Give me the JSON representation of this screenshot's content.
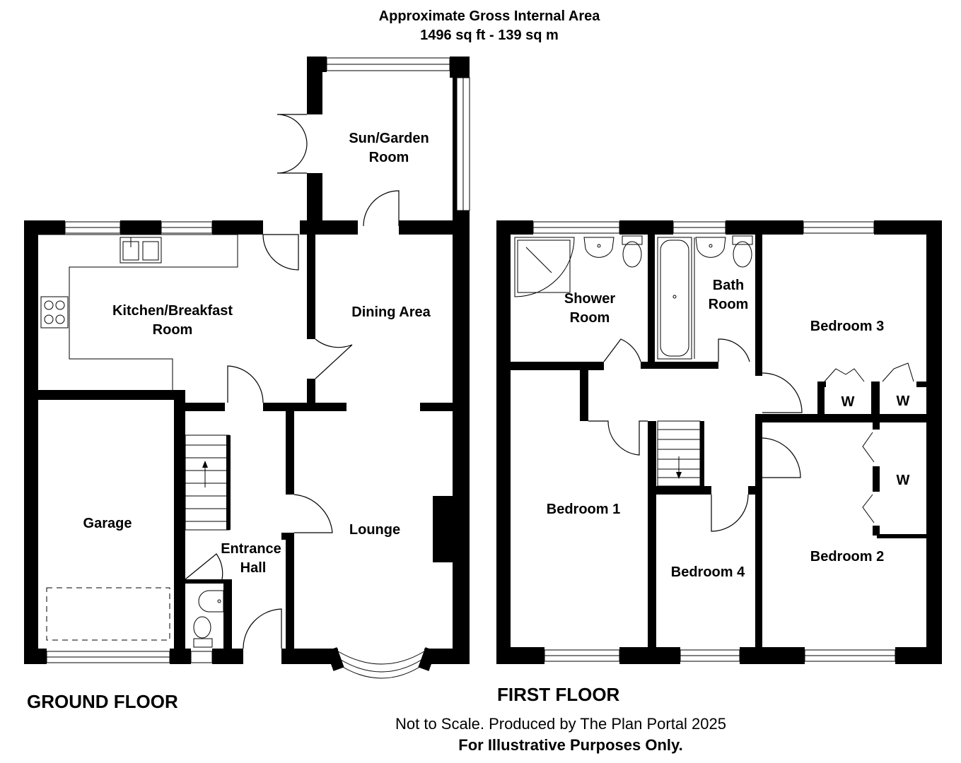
{
  "header": {
    "area_title": "Approximate Gross Internal Area",
    "area_value": "1496 sq ft - 139 sq m"
  },
  "floors": {
    "ground": "GROUND FLOOR",
    "first": "FIRST FLOOR"
  },
  "rooms": {
    "sun_garden_1": "Sun/Garden",
    "sun_garden_2": "Room",
    "kitchen_1": "Kitchen/Breakfast",
    "kitchen_2": "Room",
    "dining": "Dining Area",
    "garage": "Garage",
    "entrance_1": "Entrance",
    "entrance_2": "Hall",
    "lounge": "Lounge",
    "shower_1": "Shower",
    "shower_2": "Room",
    "bath_1": "Bath",
    "bath_2": "Room",
    "bedroom1": "Bedroom 1",
    "bedroom2": "Bedroom 2",
    "bedroom3": "Bedroom 3",
    "bedroom4": "Bedroom 4",
    "wardrobe": "W"
  },
  "footer": {
    "scale_note": "Not to Scale. Produced by The Plan Portal 2025",
    "purpose_note": "For Illustrative Purposes Only."
  }
}
